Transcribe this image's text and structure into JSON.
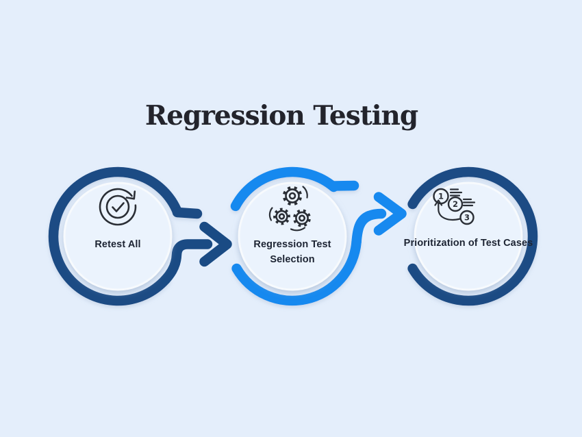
{
  "title": {
    "text": "Regression Testing"
  },
  "colors": {
    "bg": "#e4eefb",
    "navy": "#1a4b84",
    "blue": "#1789ef",
    "inner-fill": "#ebf3fd",
    "inner-border": "#f7fafd",
    "icon-stroke": "#2a2e35",
    "label": "#1d2433",
    "title-color": "#23242c"
  },
  "steps": [
    {
      "label": "Retest All",
      "icon": "retest-cycle-check-icon",
      "ring_color": "navy"
    },
    {
      "label": "Regression Test Selection",
      "icon": "gears-icon",
      "ring_color": "blue"
    },
    {
      "label": "Prioritization of Test Cases",
      "icon": "numbered-priority-list-icon",
      "ring_color": "navy",
      "badges": [
        "1",
        "2",
        "3"
      ]
    }
  ],
  "connectors": [
    {
      "from_step": 1,
      "to_step": 2,
      "color": "navy",
      "direction": "right"
    },
    {
      "from_step": 2,
      "to_step": 3,
      "color": "blue",
      "direction": "right"
    }
  ]
}
